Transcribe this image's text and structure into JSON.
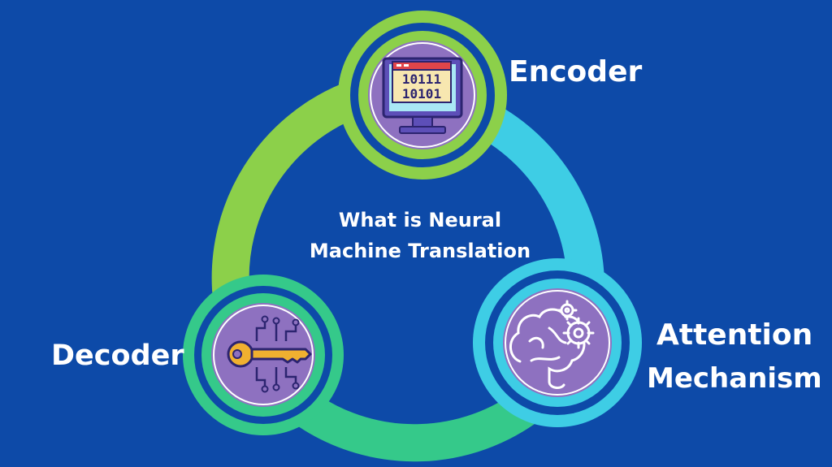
{
  "center": {
    "line1": "What is Neural",
    "line2": "Machine Translation"
  },
  "nodes": {
    "encoder": {
      "label": "Encoder",
      "icon": "binary-monitor-icon",
      "ring_color": "#8cd04a"
    },
    "attention": {
      "line1": "Attention",
      "line2": "Mechanism",
      "icon": "brain-gears-icon",
      "ring_color": "#3ecde5"
    },
    "decoder": {
      "label": "Decoder",
      "icon": "key-circuit-icon",
      "ring_color": "#35c98a"
    }
  },
  "icons": {
    "monitor_bits": [
      "10111",
      "10101"
    ]
  },
  "colors": {
    "background": "#0d4aa8",
    "green": "#8cd04a",
    "cyan": "#3ecde5",
    "teal": "#35c98a",
    "purple": "#8e71c0",
    "text": "#ffffff"
  }
}
